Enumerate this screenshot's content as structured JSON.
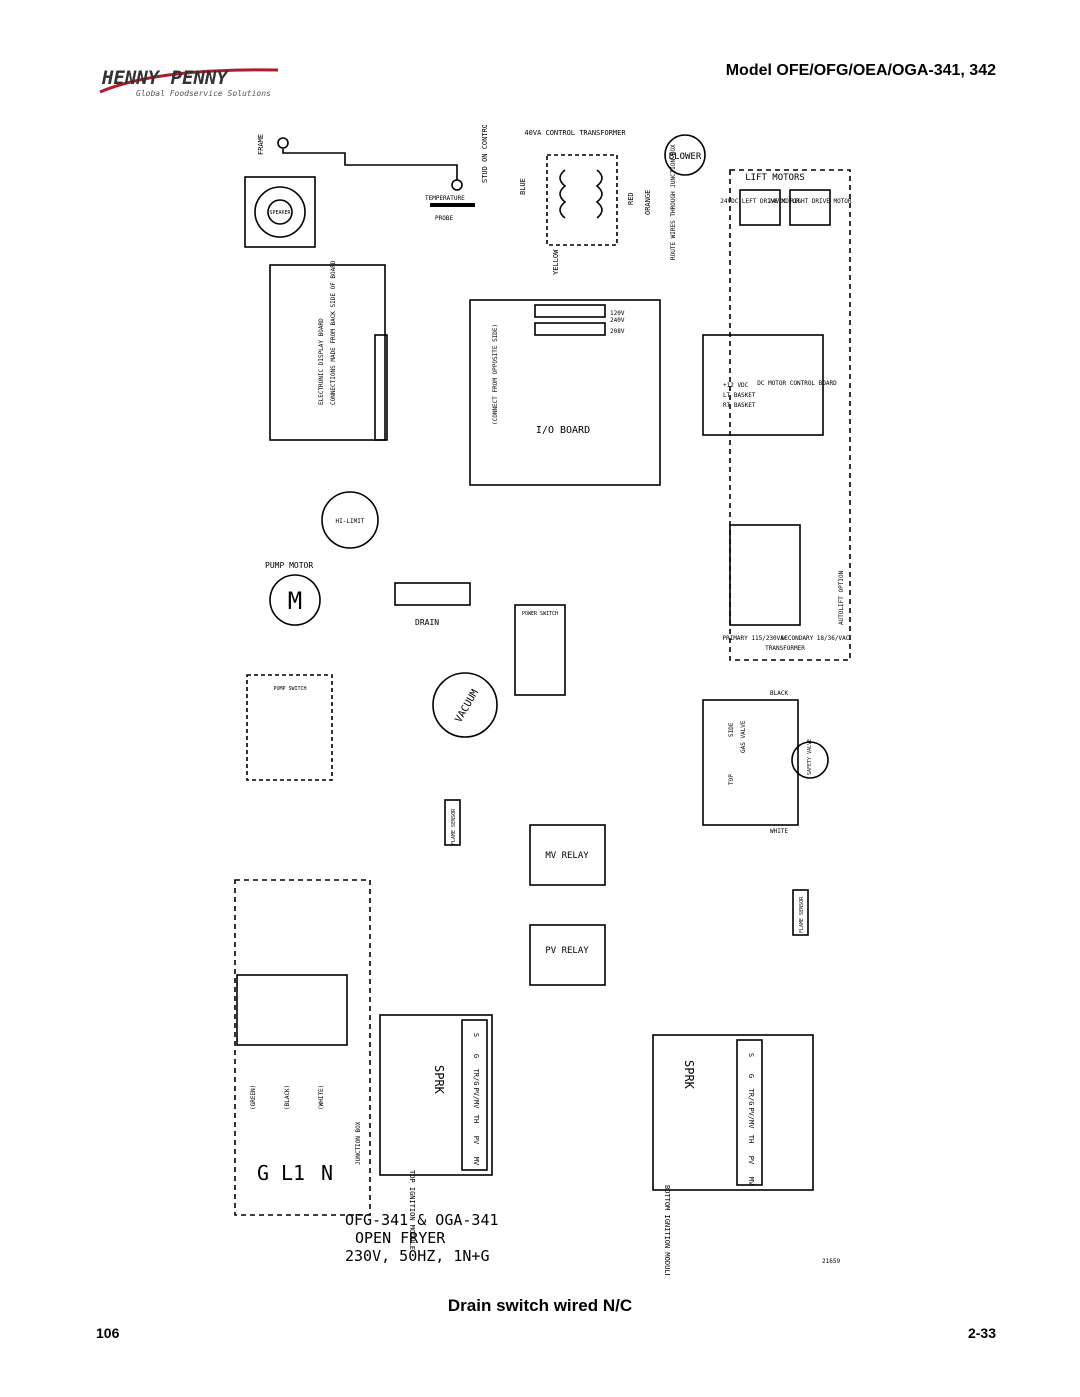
{
  "header": {
    "brand": "HENNY PENNY",
    "brand_tagline": "Global Foodservice Solutions",
    "model": "Model OFE/OFG/OEA/OGA-341, 342"
  },
  "diagram": {
    "labels": {
      "frame": "FRAME",
      "stud": "STUD ON CONTROL SHROUD",
      "transformer": "40VA CONTROL TRANSFORMER",
      "blower": "BLOWER",
      "lift_motors": "LIFT MOTORS",
      "left_motor": "24VDC LEFT DRIVE MOTOR",
      "right_motor": "24VDC RIGHT DRIVE MOTOR",
      "temperature": "TEMPERATURE",
      "probe": "PROBE",
      "speaker": "SPEAKER",
      "display_board": "ELECTRONIC DISPLAY BOARD",
      "connections": "CONNECTIONS MADE FROM BACK SIDE OF BOARD",
      "connect_opposite": "(CONNECT FROM OPPOSITE SIDE)",
      "io_board": "I/O BOARD",
      "route_wires": "ROUTE WIRES THROUGH JUNCTION BOX",
      "dc_control": "DC MOTOR CONTROL BOARD",
      "plus12": "+12 VDC",
      "lt_basket": "LT BASKET",
      "rt_basket": "RT BASKET",
      "hi_limit": "HI-LIMIT",
      "pump_motor": "PUMP MOTOR",
      "drain": "DRAIN",
      "power_switch": "POWER SWITCH",
      "pump_switch": "PUMP SWITCH",
      "vacuum": "VACUUM",
      "primary": "PRIMARY 115/230VAC",
      "secondary": "SECONDARY 18/36/VAC",
      "autolift_transformer": "TRANSFORMER",
      "autolift_option": "AUTOLIFT OPTION",
      "black": "BLACK",
      "white": "WHITE",
      "gas_valve": "GAS VALVE",
      "side": "SIDE",
      "top": "TOP",
      "safety_valve": "SAFETY VALVE",
      "mv_relay": "MV RELAY",
      "pv_relay": "PV RELAY",
      "flame_sensor": "FLAME SENSOR",
      "sprk": "SPRK",
      "top_module": "TOP IGNITION MODULE",
      "bottom_module": "BOTTOM IGNITION MODULE",
      "junction_box": "JUNCTION BOX",
      "green": "(GREEN)",
      "black_w": "(BLACK)",
      "white_w": "(WHITE)",
      "g": "G",
      "l1": "L1",
      "n": "N",
      "blue": "BLUE",
      "red": "RED",
      "orange": "ORANGE",
      "yellow": "YELLOW",
      "v120": "120V",
      "v240": "240V",
      "v208": "208V",
      "ign_terms": [
        "S",
        "G",
        "TR/G",
        "PV/MV",
        "TH",
        "PV",
        "MV"
      ]
    },
    "title": {
      "line1": "OFG-341 & OGA-341",
      "line2": "OPEN FRYER",
      "line3": "230V, 50HZ, 1N+G"
    },
    "drawing_number": "21659"
  },
  "caption": "Drain switch wired N/C",
  "footer": {
    "page_left": "106",
    "page_right": "2-33"
  }
}
